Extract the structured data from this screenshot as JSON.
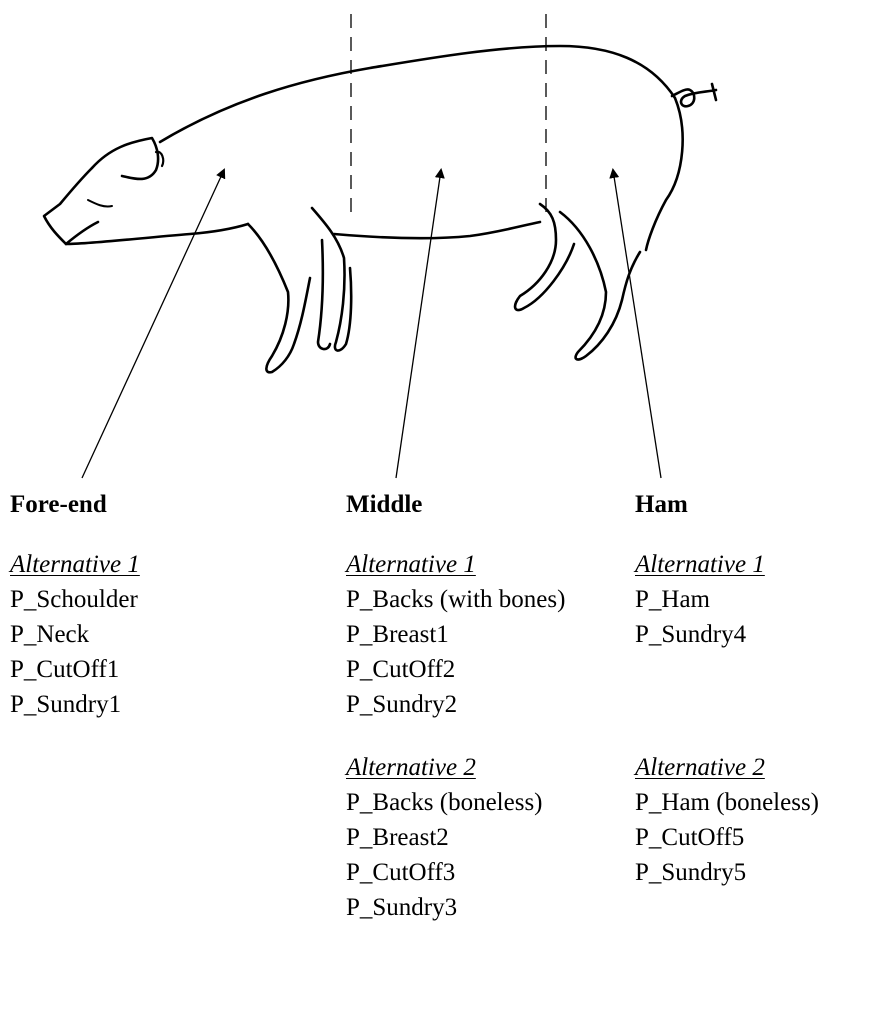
{
  "sections": {
    "fore_end": {
      "title": "Fore-end",
      "alternatives": [
        {
          "label": "Alternative 1",
          "items": [
            "P_Schoulder",
            "P_Neck",
            "P_CutOff1",
            "P_Sundry1"
          ]
        }
      ]
    },
    "middle": {
      "title": "Middle",
      "alternatives": [
        {
          "label": "Alternative 1",
          "items": [
            "P_Backs (with bones)",
            "P_Breast1",
            "P_CutOff2",
            "P_Sundry2"
          ]
        },
        {
          "label": "Alternative 2",
          "items": [
            "P_Backs (boneless)",
            "P_Breast2",
            "P_CutOff3",
            "P_Sundry3"
          ]
        }
      ]
    },
    "ham": {
      "title": "Ham",
      "alternatives": [
        {
          "label": "Alternative 1",
          "items": [
            "P_Ham",
            "P_Sundry4"
          ]
        },
        {
          "label": "Alternative 2",
          "items": [
            "P_Ham (boneless)",
            "P_CutOff5",
            "P_Sundry5"
          ]
        }
      ]
    }
  }
}
